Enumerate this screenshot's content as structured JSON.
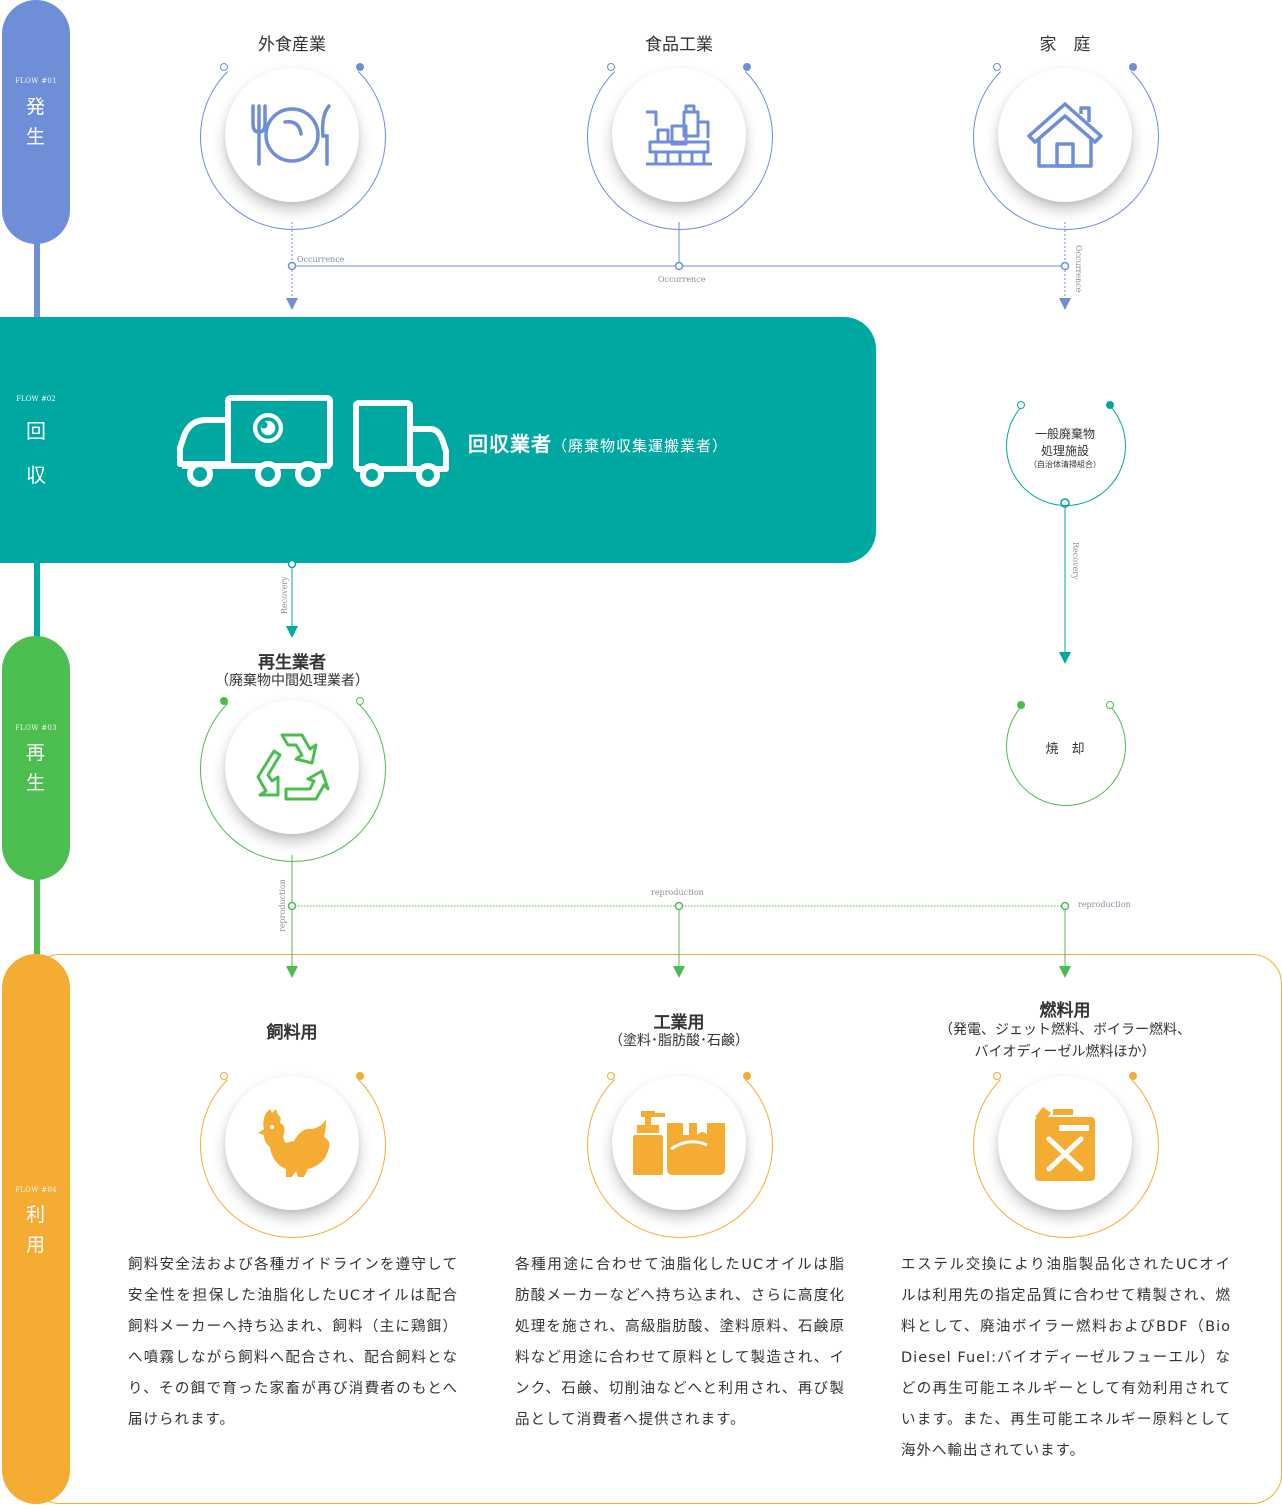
{
  "colors": {
    "blue": "#6f8ed8",
    "teal": "#00a8a2",
    "green": "#4cbd4f",
    "orange": "#f4ac33"
  },
  "flows": [
    {
      "tag": "FLOW #01",
      "name_1": "発",
      "name_2": "生"
    },
    {
      "tag": "FLOW #02",
      "name_1": "回",
      "name_2": "収"
    },
    {
      "tag": "FLOW #03",
      "name_1": "再",
      "name_2": "生"
    },
    {
      "tag": "FLOW #04",
      "name_1": "利",
      "name_2": "用"
    }
  ],
  "sources": [
    {
      "label": "外食産業",
      "icon": "tableware-icon"
    },
    {
      "label": "食品工業",
      "icon": "factory-icon"
    },
    {
      "label": "家　庭",
      "icon": "house-icon"
    }
  ],
  "connector_labels": {
    "occurrence": "Occurrence",
    "recovery": "Recovery",
    "reproduction": "reproduction"
  },
  "collection": {
    "title": "回収業者",
    "subtitle": "（廃棄物収集運搬業者）",
    "icons": [
      "truck-icon",
      "truck-icon"
    ]
  },
  "municipal": {
    "line1": "一般廃棄物",
    "line2": "処理施設",
    "line3": "（自治体清掃組合）"
  },
  "incineration": {
    "label": "焼　却"
  },
  "recycler": {
    "title": "再生業者",
    "subtitle": "（廃棄物中間処理業者）",
    "icon": "recycle-icon"
  },
  "uses": [
    {
      "title": "飼料用",
      "subtitle": "",
      "subtitle2": "",
      "icon": "chicken-icon",
      "body": "飼料安全法および各種ガイドラインを遵守して安全性を担保した油脂化したUCオイルは配合飼料メーカーへ持ち込まれ、飼料（主に鶏餌）へ噴霧しながら飼料へ配合され、配合飼料となり、その餌で育った家畜が再び消費者のもとへ届けられます。"
    },
    {
      "title": "工業用",
      "subtitle": "（塗料･脂肪酸･石鹸）",
      "subtitle2": "",
      "icon": "soap-paint-icon",
      "body": "各種用途に合わせて油脂化したUCオイルは脂肪酸メーカーなどへ持ち込まれ、さらに高度化処理を施され、高級脂肪酸、塗料原料、石鹸原料など用途に合わせて原料として製造され、インク、石鹸、切削油などへと利用され、再び製品として消費者へ提供されます。"
    },
    {
      "title": "燃料用",
      "subtitle": "（発電、ジェット燃料、ボイラー燃料、",
      "subtitle2": "バイオディーゼル燃料ほか）",
      "icon": "fuel-can-icon",
      "body": "エステル交換により油脂製品化されたUCオイルは利用先の指定品質に合わせて精製され、燃料として、廃油ボイラー燃料およびBDF（Bio Diesel Fuel:バイオディーゼルフューエル）などの再生可能エネルギーとして有効利用されています。また、再生可能エネルギー原料として海外へ輸出されています。"
    }
  ]
}
